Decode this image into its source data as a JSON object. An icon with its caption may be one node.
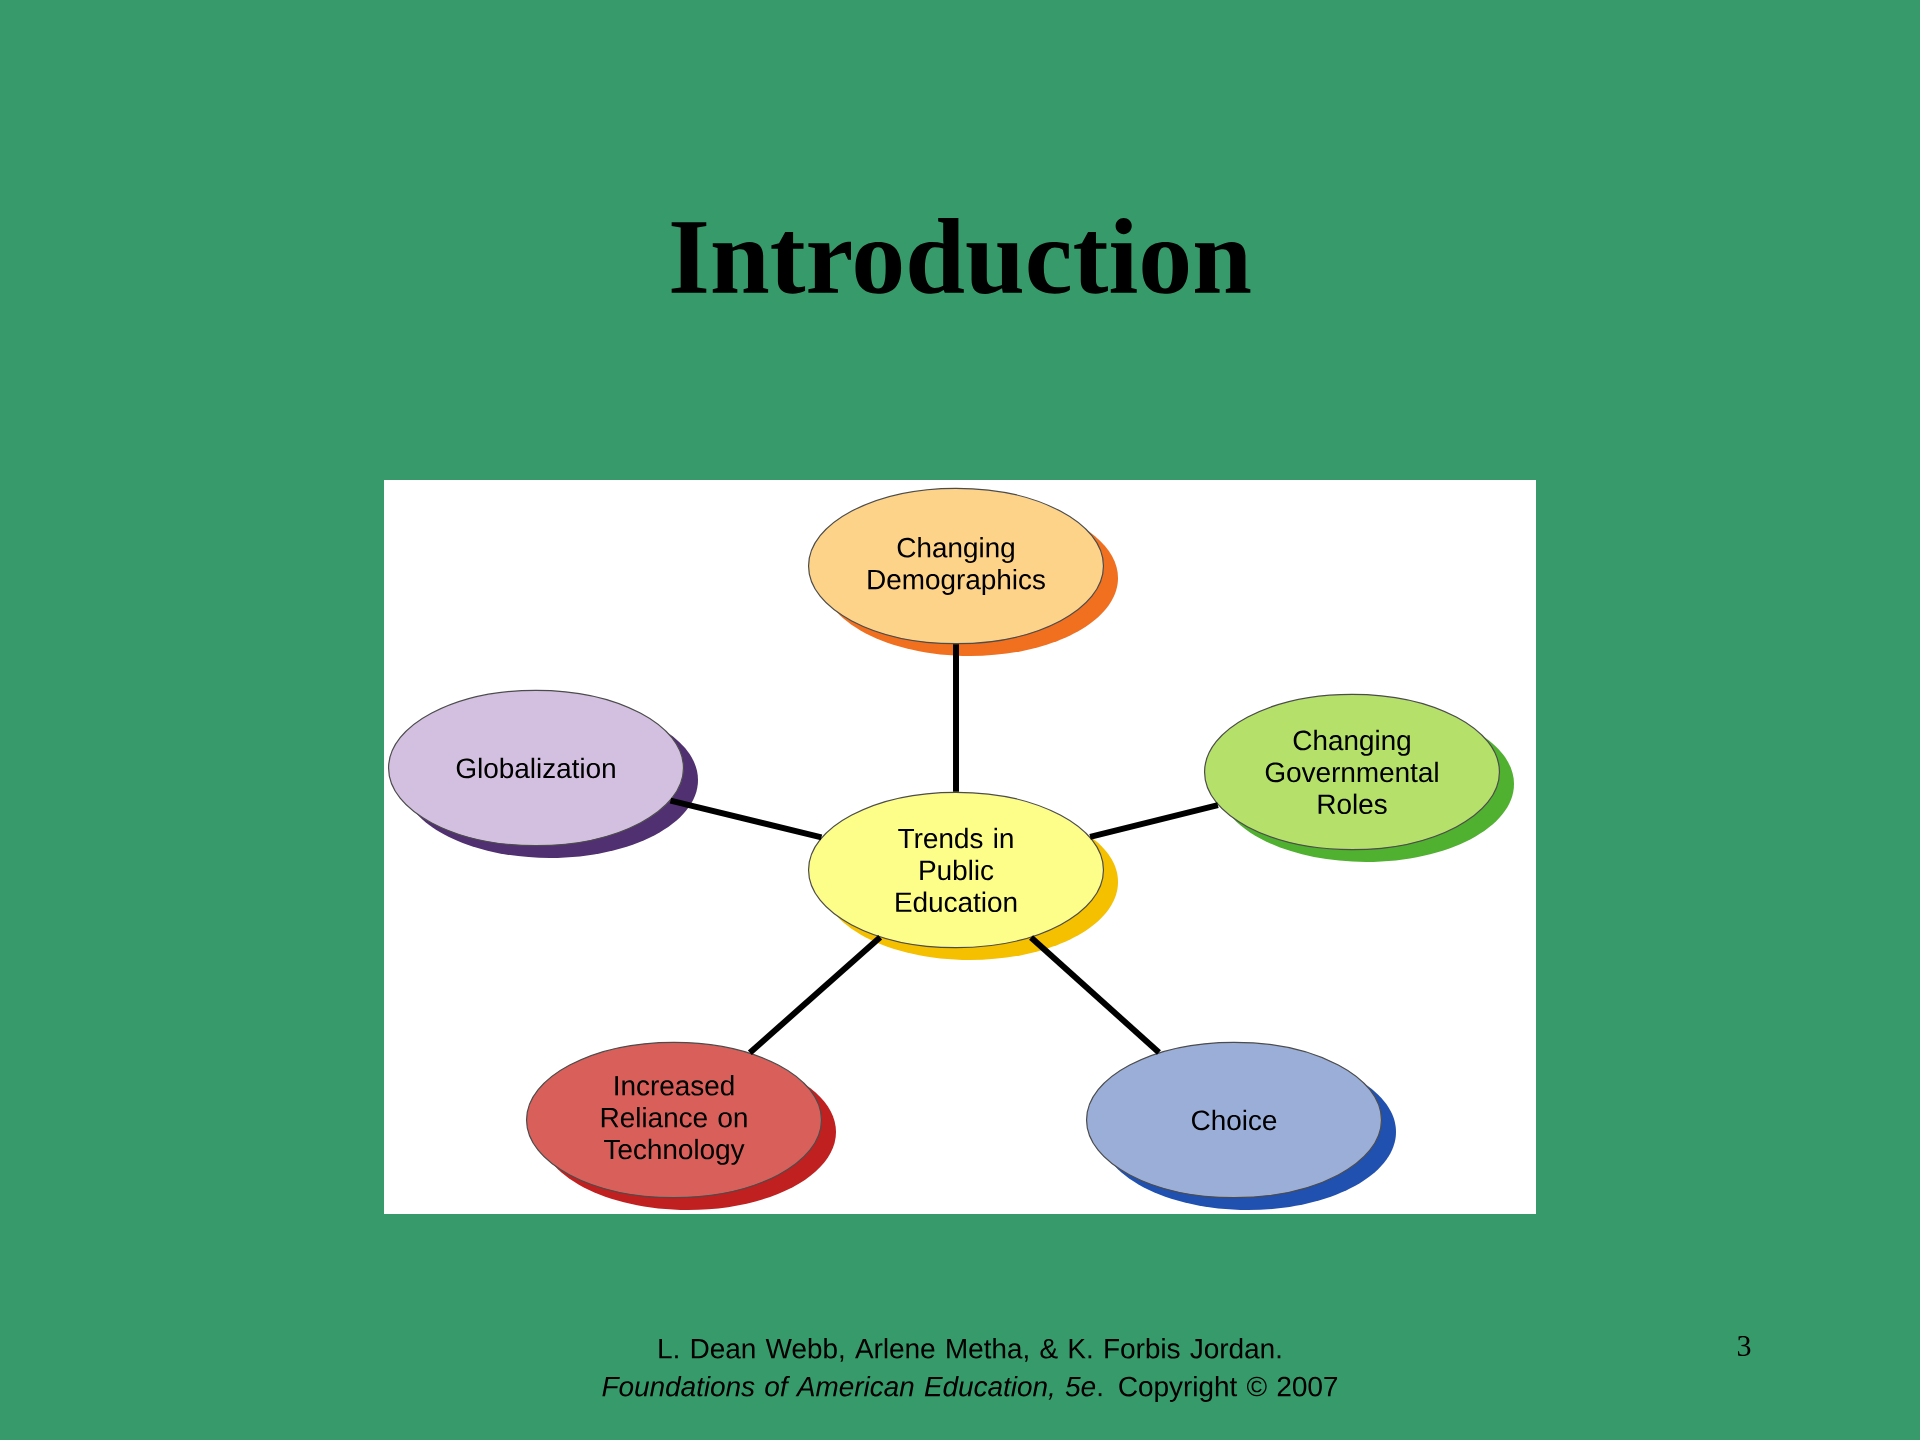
{
  "diagram": {
    "title": "Introduction",
    "nodes": [
      {
        "text": [
          "Trends in Public Education"
        ]
      },
      {
        "text": [
          "Changing Demographics"
        ]
      },
      {
        "text": [
          "Changing Governmental Roles"
        ]
      },
      {
        "text": [
          "Choice"
        ]
      },
      {
        "text": [
          "Increased Reliance on Technology"
        ]
      },
      {
        "text": [
          "Globalization"
        ]
      }
    ],
    "edges": [
      {
        "from": 0,
        "to": 1,
        "arrow": "none"
      },
      {
        "from": 0,
        "to": 2,
        "arrow": "none"
      },
      {
        "from": 0,
        "to": 3,
        "arrow": "none"
      },
      {
        "from": 0,
        "to": 4,
        "arrow": "none"
      },
      {
        "from": 0,
        "to": 5,
        "arrow": "none"
      }
    ],
    "labels": [
      "L. Dean Webb, Arlene Metha, & K. Forbis Jordan. *Foundations of American Education, 5e*. Copyright © 2007",
      "3"
    ]
  }
}
